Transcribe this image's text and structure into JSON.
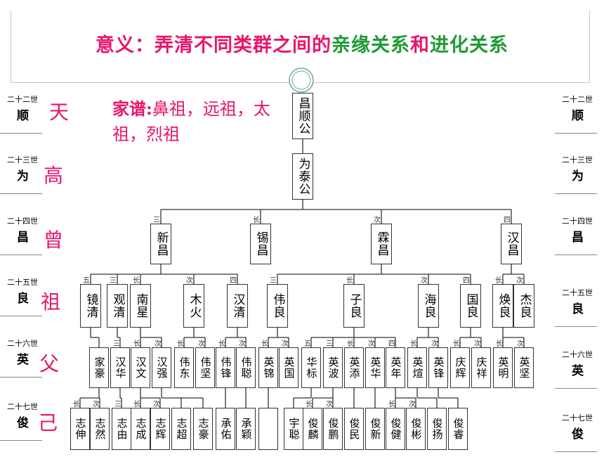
{
  "title": {
    "parts": [
      {
        "text": "意义：弄清不同类群之间的",
        "color": "#e8156b"
      },
      {
        "text": "亲缘关系",
        "color": "#1f9a34"
      },
      {
        "text": "和",
        "color": "#e8156b"
      },
      {
        "text": "进化关系",
        "color": "#1f9a34"
      }
    ]
  },
  "generations": [
    {
      "label": "二十二世",
      "char": "顺"
    },
    {
      "label": "二十三世",
      "char": "为"
    },
    {
      "label": "二十四世",
      "char": "昌"
    },
    {
      "label": "二十五世",
      "char": "良"
    },
    {
      "label": "二十六世",
      "char": "英"
    },
    {
      "label": "二十七世",
      "char": "俊"
    }
  ],
  "kinship_words": [
    "天",
    "高",
    "曾",
    "祖",
    "父",
    "己"
  ],
  "genealogy_note": {
    "head": "家谱:",
    "body": "鼻祖，远祖，太祖，烈祖"
  },
  "tree": {
    "root": "昌顺公",
    "gen23": "为泰公",
    "gen24": [
      {
        "name": "新昌",
        "tag": "三"
      },
      {
        "name": "锡昌",
        "tag": "长"
      },
      {
        "name": "霖昌",
        "tag": "次"
      },
      {
        "name": "汉昌",
        "tag": "四"
      }
    ],
    "gen25": [
      {
        "name": "镜清",
        "tag": "五"
      },
      {
        "name": "观清",
        "tag": "三"
      },
      {
        "name": "南星",
        "tag": "长"
      },
      {
        "name": "木火",
        "tag": "次"
      },
      {
        "name": "汉清",
        "tag": "四"
      },
      {
        "name": "伟良",
        "tag": "三"
      },
      {
        "name": "子良",
        "tag": "长"
      },
      {
        "name": "海良",
        "tag": "次"
      },
      {
        "name": "国良",
        "tag": "四"
      },
      {
        "name": "焕良",
        "tag": "长"
      },
      {
        "name": "杰良",
        "tag": "次"
      }
    ],
    "gen26": [
      {
        "name": "家豪",
        "tag": ""
      },
      {
        "name": "汉华",
        "tag": "三"
      },
      {
        "name": "汉文",
        "tag": "长"
      },
      {
        "name": "汉强",
        "tag": "次"
      },
      {
        "name": "伟东",
        "tag": "长"
      },
      {
        "name": "伟坚",
        "tag": "次"
      },
      {
        "name": "伟锋",
        "tag": "长"
      },
      {
        "name": "伟聪",
        "tag": "次"
      },
      {
        "name": "英锦",
        "tag": "长"
      },
      {
        "name": "英国",
        "tag": "次"
      },
      {
        "name": "华标",
        "tag": "五"
      },
      {
        "name": "英波",
        "tag": "三"
      },
      {
        "name": "英添",
        "tag": "长"
      },
      {
        "name": "英华",
        "tag": "次"
      },
      {
        "name": "英年",
        "tag": "四"
      },
      {
        "name": "英煊",
        "tag": "长"
      },
      {
        "name": "英锋",
        "tag": "次"
      },
      {
        "name": "庆辉",
        "tag": "长"
      },
      {
        "name": "庆祥",
        "tag": "次"
      },
      {
        "name": "英明",
        "tag": "长"
      },
      {
        "name": "英坚",
        "tag": "次"
      }
    ],
    "gen27": [
      {
        "name": "志伸",
        "tag": "长"
      },
      {
        "name": "志然",
        "tag": "次"
      },
      {
        "name": "志由",
        "tag": "三"
      },
      {
        "name": "志成",
        "tag": "长"
      },
      {
        "name": "志辉",
        "tag": "次"
      },
      {
        "name": "志超",
        "tag": ""
      },
      {
        "name": "志豪",
        "tag": ""
      },
      {
        "name": "承佑",
        "tag": ""
      },
      {
        "name": "承颖",
        "tag": ""
      },
      {
        "name": "",
        "tag": ""
      },
      {
        "name": "宇聪",
        "tag": ""
      },
      {
        "name": "俊麟",
        "tag": "长"
      },
      {
        "name": "俊鹏",
        "tag": "次"
      },
      {
        "name": "俊民",
        "tag": ""
      },
      {
        "name": "俊新",
        "tag": ""
      },
      {
        "name": "俊健",
        "tag": "长"
      },
      {
        "name": "俊彬",
        "tag": "次"
      },
      {
        "name": "俊扬",
        "tag": ""
      },
      {
        "name": "俊睿",
        "tag": ""
      }
    ]
  }
}
